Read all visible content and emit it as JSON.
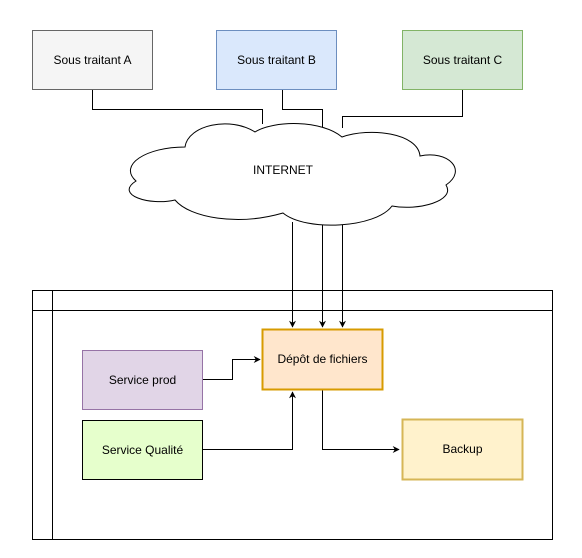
{
  "nodes": {
    "sous_traitant_a": {
      "label": "Sous traitant A",
      "fill": "#f5f5f5",
      "stroke": "#666666"
    },
    "sous_traitant_b": {
      "label": "Sous traitant B",
      "fill": "#dae8fc",
      "stroke": "#6c8ebf"
    },
    "sous_traitant_c": {
      "label": "Sous traitant C",
      "fill": "#d5e8d4",
      "stroke": "#82b366"
    },
    "internet": {
      "label": "INTERNET",
      "fill": "#ffffff",
      "stroke": "#000000"
    },
    "depot": {
      "label": "Dépôt de fichiers",
      "fill": "#ffe6cc",
      "stroke": "#d79b00"
    },
    "service_prod": {
      "label": "Service prod",
      "fill": "#e1d5e7",
      "stroke": "#9673a6"
    },
    "service_qualite": {
      "label": "Service Qualité",
      "fill": "#e6ffcc",
      "stroke": "#000000"
    },
    "backup": {
      "label": "Backup",
      "fill": "#fff2cc",
      "stroke": "#d6b656"
    }
  }
}
